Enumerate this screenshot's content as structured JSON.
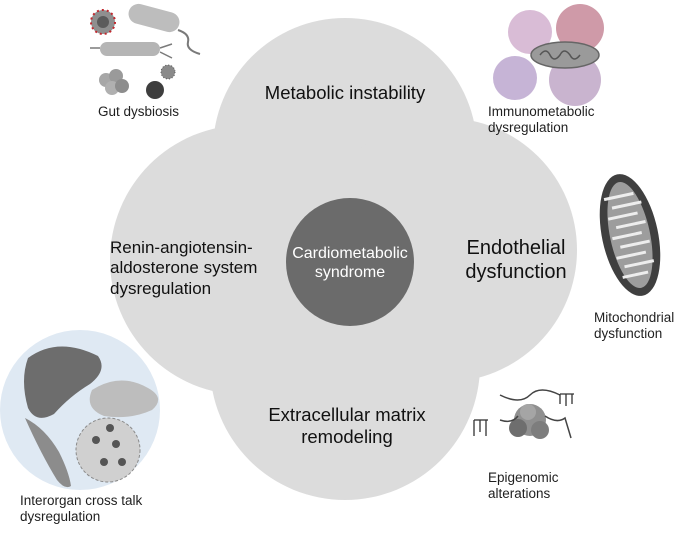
{
  "diagram": {
    "center": {
      "line1": "Cardiometabolic",
      "line2": "syndrome"
    },
    "petals": {
      "top": {
        "line1": "Metabolic instability"
      },
      "left": {
        "line1": "Renin-angiotensin-",
        "line2": "aldosterone system",
        "line3": "dysregulation"
      },
      "right": {
        "line1": "Endothelial",
        "line2": "dysfunction"
      },
      "bottom": {
        "line1": "Extracellular matrix",
        "line2": "remodeling"
      }
    },
    "side_items": {
      "gut": {
        "line1": "Gut dysbiosis"
      },
      "immuno": {
        "line1": "Immunometabolic",
        "line2": "dysregulation"
      },
      "mito": {
        "line1": "Mitochondrial",
        "line2": "dysfunction"
      },
      "epigenomic": {
        "line1": "Epigenomic",
        "line2": "alterations"
      },
      "interorgan": {
        "line1": "Interorgan cross talk",
        "line2": "dysregulation"
      }
    }
  },
  "colors": {
    "petal_fill": "#d6d6d6",
    "center_fill": "#6b6b6b",
    "interorgan_bg": "#dfe9f3",
    "mito_dark": "#4a4a4a",
    "immuno_pink": "#c9b4cf"
  },
  "icons": [
    "bacteria-icon",
    "immune-cells-icon",
    "mitochondrion-icon",
    "dna-methylation-icon",
    "organs-icon"
  ]
}
